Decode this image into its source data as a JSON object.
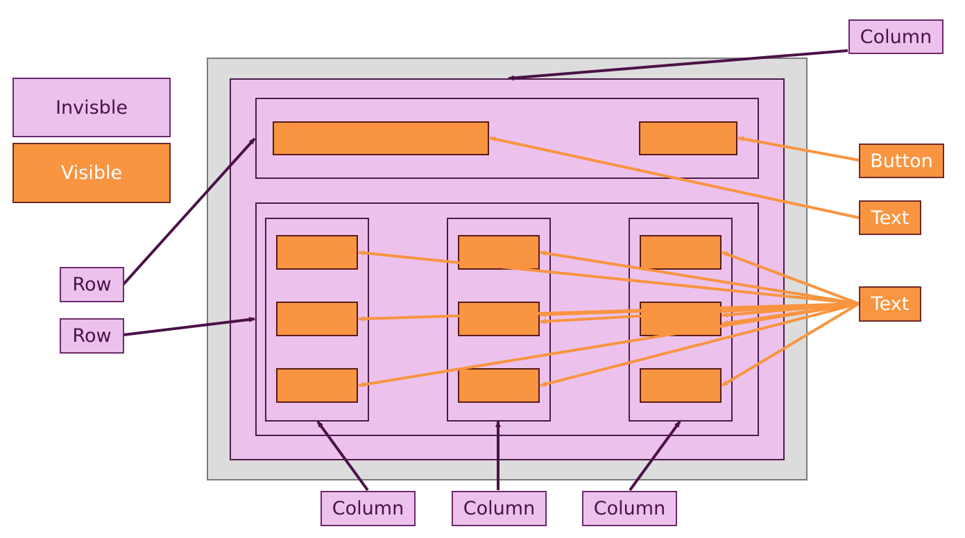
{
  "legend": {
    "invisible_label": "Invisble",
    "visible_label": "Visible"
  },
  "labels": {
    "column_top": "Column",
    "button": "Button",
    "text_top": "Text",
    "text_middle": "Text",
    "row_1": "Row",
    "row_2": "Row",
    "column_bottom_1": "Column",
    "column_bottom_2": "Column",
    "column_bottom_3": "Column"
  },
  "colors": {
    "invisible_fill": "#ecc2ec",
    "visible_fill": "#f99440",
    "frame_fill": "#dcdcdc",
    "arrow_dark": "#4a1246",
    "arrow_orange": "#f99440"
  }
}
